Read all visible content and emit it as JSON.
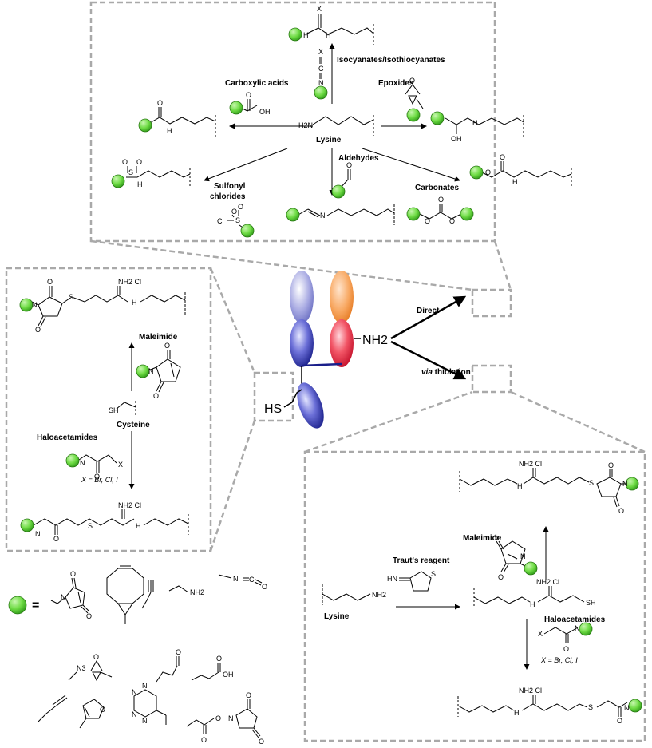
{
  "colors": {
    "bead": "#6fdc45",
    "frame": "#a9a9a9",
    "antibody_blue": "#3a3fa8",
    "antibody_orange": "#f39a4c",
    "antibody_red": "#e8324a"
  },
  "top_panel": {
    "center_label": "Lysine",
    "center_amine": "H2N",
    "isocyanates": "Isocyanates/Isothiocyanates",
    "carboxylic": "Carboxylic acids",
    "epoxides": "Epoxides",
    "sulfonyl_1": "Sulfonyl",
    "sulfonyl_2": "chlorides",
    "aldehydes": "Aldehydes",
    "carbonates": "Carbonates",
    "atoms": {
      "x": "X",
      "c": "C",
      "n": "N",
      "nh": "H",
      "o": "O",
      "oh": "OH",
      "s": "S",
      "cl": "Cl"
    }
  },
  "center": {
    "nh2": "NH2",
    "sh": "HS",
    "direct": "Direct",
    "via": "via",
    "thiolation": " thiolation"
  },
  "left_panel": {
    "maleimide": "Maleimide",
    "cysteine": "Cysteine",
    "haloacetamides": "Haloacetamides",
    "x_def": "X = Br, Cl, I",
    "sh": "SH",
    "amidine": "NH2 Cl",
    "atoms": {
      "n": "N",
      "h": "H",
      "o": "O",
      "s": "S",
      "x": "X"
    }
  },
  "right_panel": {
    "lysine": "Lysine",
    "traut": "Traut's reagent",
    "maleimide": "Maleimide",
    "haloacetamides": "Haloacetamides",
    "x_def": "X = Br, Cl, I",
    "nh2": "NH2",
    "sh": "SH",
    "hn": "HN",
    "amidine": "NH2 Cl",
    "atoms": {
      "n": "N",
      "h": "H",
      "o": "O",
      "s": "S",
      "x": "X"
    }
  },
  "legend": {
    "equals": "=",
    "n3": "N3",
    "nh2": "NH2",
    "nco_n": "N",
    "nco_c": "C",
    "nco_o": "O",
    "o": "O",
    "oh": "OH",
    "n": "N"
  }
}
